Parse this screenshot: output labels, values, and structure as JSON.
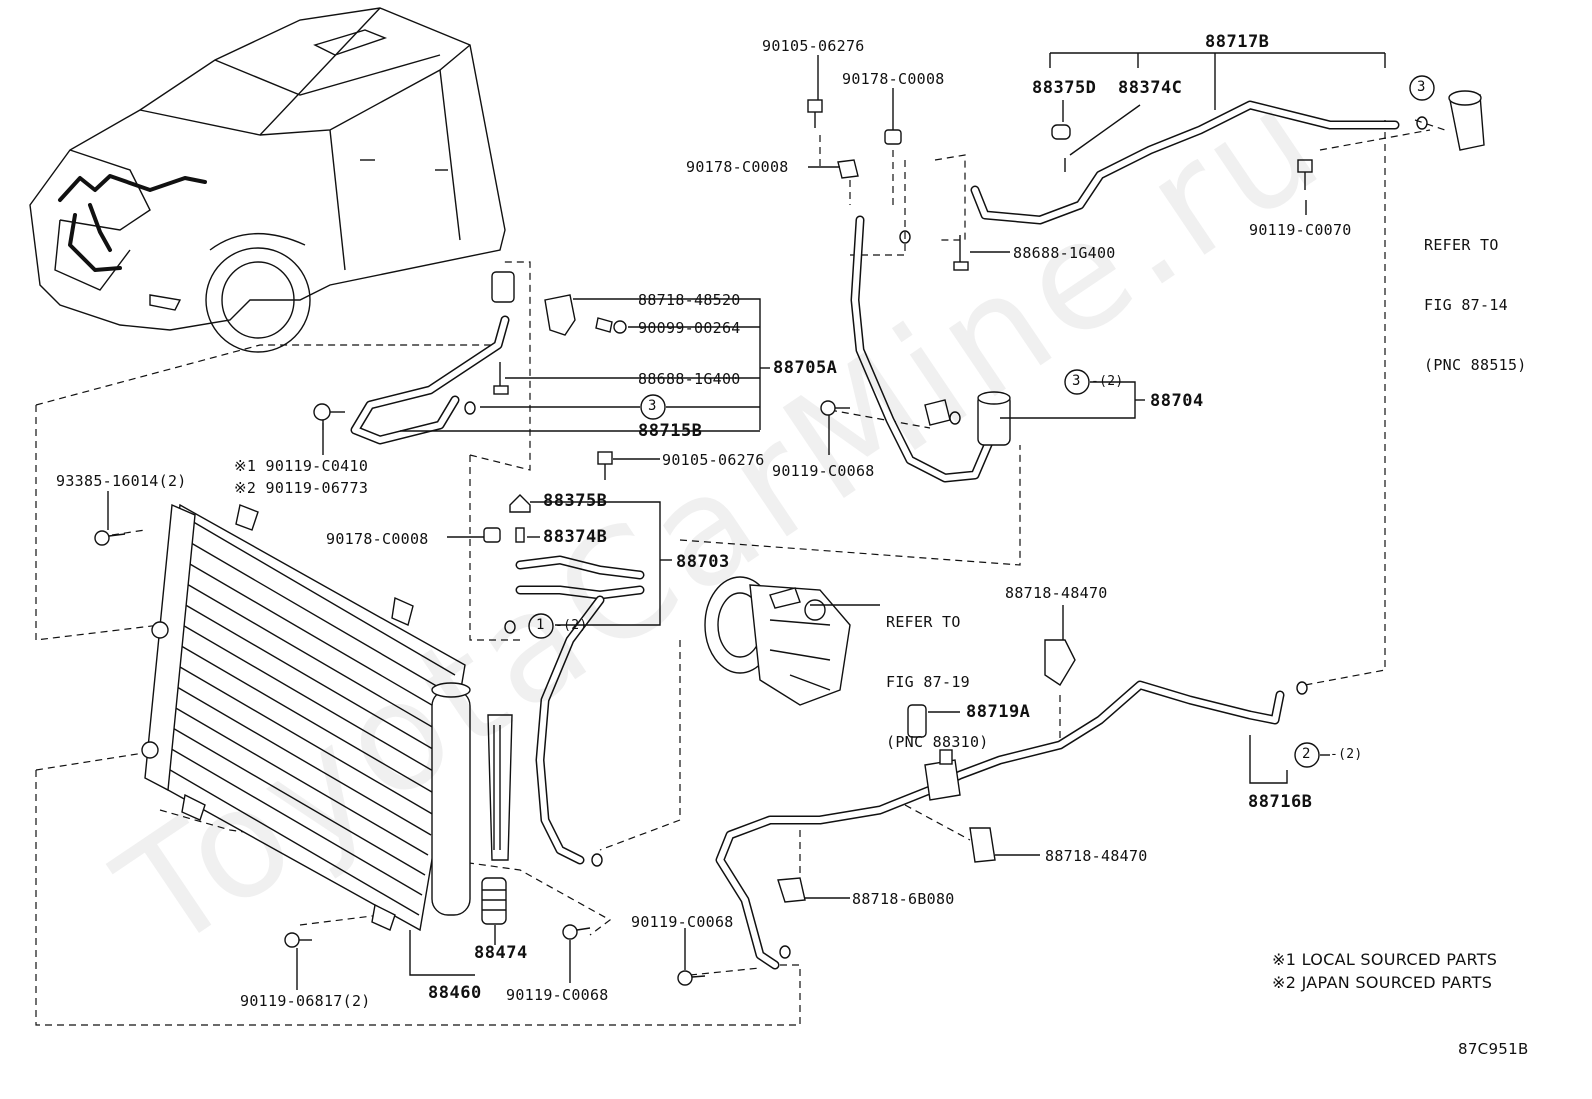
{
  "watermark": "ToyotaCarMine.ru",
  "labels": {
    "p90105_06276_top": "90105-06276",
    "p90178_C0008_top": "90178-C0008",
    "p90178_C0008_mid": "90178-C0008",
    "p88717B": "88717B",
    "p88375D": "88375D",
    "p88374C": "88374C",
    "p90119_C0070": "90119-C0070",
    "p88688_1G400_top": "88688-1G400",
    "p88718_48520": "88718-48520",
    "p90099_00264": "90099-00264",
    "p88705A": "88705A",
    "p88688_1G400_mid": "88688-1G400",
    "p88715B": "88715B",
    "p88704": "88704",
    "p90119_C0068_right": "90119-C0068",
    "p90119_C0410": "※1 90119-C0410",
    "p90119_06773": "※2 90119-06773",
    "p93385_16014": "93385-16014(2)",
    "p90105_06276_mid": "90105-06276",
    "p88375B": "88375B",
    "p88374B": "88374B",
    "p90178_C0008_low": "90178-C0008",
    "p88703": "88703",
    "p88718_48470_a": "88718-48470",
    "p88719A": "88719A",
    "p88716B": "88716B",
    "p88718_48470_b": "88718-48470",
    "p88718_6B080": "88718-6B080",
    "p90119_C0068_low": "90119-C0068",
    "p90119_C0068_bottom": "90119-C0068",
    "p88474": "88474",
    "p88460": "88460",
    "p90119_06817": "90119-06817(2)"
  },
  "callouts": {
    "c3_left": "3",
    "c3_mid": "3",
    "c3_mid_qty": "-(2)",
    "c3_top": "3",
    "c1": "1",
    "c1_qty": "-(2)",
    "c2": "2",
    "c2_qty": "-(2)"
  },
  "refs": {
    "refer_87_14_line1": "REFER TO",
    "refer_87_14_line2": "FIG 87-14",
    "refer_87_14_line3": "(PNC 88515)",
    "refer_87_19_line1": "REFER TO",
    "refer_87_19_line2": "FIG 87-19",
    "refer_87_19_line3": "(PNC 88310)"
  },
  "notes": {
    "note1": "※1 LOCAL SOURCED PARTS",
    "note2": "※2 JAPAN SOURCED PARTS"
  },
  "diagram_code": "87C951B"
}
